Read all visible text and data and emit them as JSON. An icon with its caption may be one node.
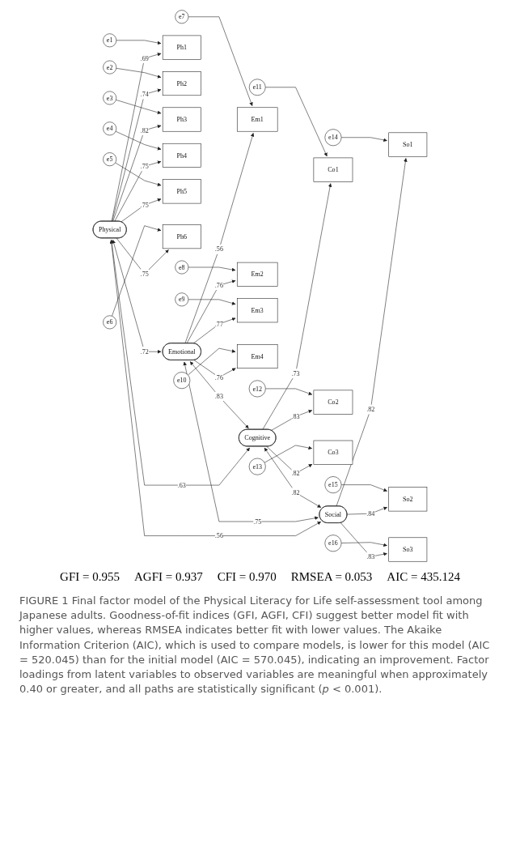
{
  "diagram": {
    "caption": "FIGURE 1 Final factor model of the Physical Literacy for Life self-assessment tool among Japanese adults. Goodness-of-fit indices (GFI, AGFI, CFI) suggest better model fit with higher values, whereas RMSEA indicates better fit with lower values. The Akaike Information Criterion (AIC), which is used to compare models, is lower for this model (AIC = 520.045) than for the initial model (AIC = 570.045), indicating an improvement. Factor loadings from latent variables to observed variables are meaningful when approximately 0.40 or greater, and all paths are statistically significant (*p* < 0.001).",
    "nodes": [
      {
        "text": [
          "Physical"
        ]
      },
      {
        "text": [
          "Ph1"
        ]
      },
      {
        "text": [
          "Ph2"
        ]
      },
      {
        "text": [
          "Ph3"
        ]
      },
      {
        "text": [
          "Ph4"
        ]
      },
      {
        "text": [
          "Ph5"
        ]
      },
      {
        "text": [
          "Ph6"
        ]
      },
      {
        "text": [
          "e1"
        ]
      },
      {
        "text": [
          "e2"
        ]
      },
      {
        "text": [
          "e3"
        ]
      },
      {
        "text": [
          "e4"
        ]
      },
      {
        "text": [
          "e5"
        ]
      },
      {
        "text": [
          "e6"
        ]
      },
      {
        "text": [
          "Emotional"
        ]
      },
      {
        "text": [
          "Em1"
        ]
      },
      {
        "text": [
          "Em2"
        ]
      },
      {
        "text": [
          "Em3"
        ]
      },
      {
        "text": [
          "Em4"
        ]
      },
      {
        "text": [
          "e7"
        ]
      },
      {
        "text": [
          "e8"
        ]
      },
      {
        "text": [
          "e9"
        ]
      },
      {
        "text": [
          "e10"
        ]
      },
      {
        "text": [
          "Cognitive"
        ]
      },
      {
        "text": [
          "Co1"
        ]
      },
      {
        "text": [
          "Co2"
        ]
      },
      {
        "text": [
          "Co3"
        ]
      },
      {
        "text": [
          "e11"
        ]
      },
      {
        "text": [
          "e12"
        ]
      },
      {
        "text": [
          "e13"
        ]
      },
      {
        "text": [
          "Social"
        ]
      },
      {
        "text": [
          "So1"
        ]
      },
      {
        "text": [
          "So2"
        ]
      },
      {
        "text": [
          "So3"
        ]
      },
      {
        "text": [
          "e14"
        ]
      },
      {
        "text": [
          "e15"
        ]
      },
      {
        "text": [
          "e16"
        ]
      }
    ],
    "edges": [
      {
        "from": 0,
        "to": 1,
        "arrow": "to",
        "label": ".69"
      },
      {
        "from": 0,
        "to": 2,
        "arrow": "to",
        "label": ".74"
      },
      {
        "from": 0,
        "to": 3,
        "arrow": "to",
        "label": ".82"
      },
      {
        "from": 0,
        "to": 4,
        "arrow": "to",
        "label": ".75"
      },
      {
        "from": 0,
        "to": 5,
        "arrow": "to",
        "label": ".75"
      },
      {
        "from": 0,
        "to": 6,
        "arrow": "to",
        "label": ".75"
      },
      {
        "from": 7,
        "to": 1,
        "arrow": "to"
      },
      {
        "from": 8,
        "to": 2,
        "arrow": "to"
      },
      {
        "from": 9,
        "to": 3,
        "arrow": "to"
      },
      {
        "from": 10,
        "to": 4,
        "arrow": "to"
      },
      {
        "from": 11,
        "to": 5,
        "arrow": "to"
      },
      {
        "from": 12,
        "to": 6,
        "arrow": "to"
      },
      {
        "from": 13,
        "to": 14,
        "arrow": "to",
        "label": ".56"
      },
      {
        "from": 13,
        "to": 15,
        "arrow": "to",
        "label": ".76"
      },
      {
        "from": 13,
        "to": 16,
        "arrow": "to",
        "label": ".77"
      },
      {
        "from": 13,
        "to": 17,
        "arrow": "to",
        "label": ".76"
      },
      {
        "from": 18,
        "to": 14,
        "arrow": "to"
      },
      {
        "from": 19,
        "to": 15,
        "arrow": "to"
      },
      {
        "from": 20,
        "to": 16,
        "arrow": "to"
      },
      {
        "from": 21,
        "to": 17,
        "arrow": "to"
      },
      {
        "from": 22,
        "to": 23,
        "arrow": "to",
        "label": ".73"
      },
      {
        "from": 22,
        "to": 24,
        "arrow": "to",
        "label": ".83"
      },
      {
        "from": 22,
        "to": 25,
        "arrow": "to",
        "label": ".82"
      },
      {
        "from": 26,
        "to": 23,
        "arrow": "to"
      },
      {
        "from": 27,
        "to": 24,
        "arrow": "to"
      },
      {
        "from": 28,
        "to": 25,
        "arrow": "to"
      },
      {
        "from": 29,
        "to": 30,
        "arrow": "to",
        "label": ".82"
      },
      {
        "from": 29,
        "to": 31,
        "arrow": "to",
        "label": ".84"
      },
      {
        "from": 29,
        "to": 32,
        "arrow": "to",
        "label": ".83"
      },
      {
        "from": 33,
        "to": 30,
        "arrow": "to"
      },
      {
        "from": 34,
        "to": 31,
        "arrow": "to"
      },
      {
        "from": 35,
        "to": 32,
        "arrow": "to"
      },
      {
        "from": 0,
        "to": 13,
        "arrow": "both",
        "label": ".72"
      },
      {
        "from": 0,
        "to": 22,
        "arrow": "both",
        "label": ".63"
      },
      {
        "from": 0,
        "to": 29,
        "arrow": "both",
        "label": ".56"
      },
      {
        "from": 13,
        "to": 22,
        "arrow": "both",
        "label": ".83"
      },
      {
        "from": 13,
        "to": 29,
        "arrow": "both",
        "label": ".75"
      },
      {
        "from": 22,
        "to": 29,
        "arrow": "both",
        "label": ".82"
      }
    ],
    "labels": [
      "GFI = 0.955",
      "AGFI = 0.937",
      "CFI = 0.970",
      "RMSEA = 0.053",
      "AIC = 435.124"
    ]
  }
}
